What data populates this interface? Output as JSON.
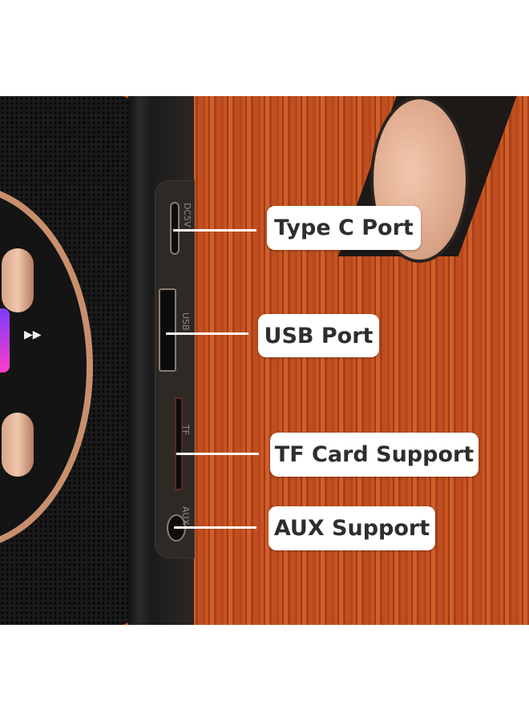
{
  "callouts": {
    "type_c": "Type C Port",
    "usb": "USB Port",
    "tf": "TF Card Support",
    "aux": "AUX Support"
  },
  "device_markings": {
    "dc": "DC5V",
    "usb": "USB",
    "tf": "TF",
    "aux": "AUX"
  },
  "colors": {
    "label_bg": "#ffffff",
    "label_text": "#2e2e2e",
    "wood": "#c0501f",
    "accent_rose_gold": "#d9a486"
  }
}
